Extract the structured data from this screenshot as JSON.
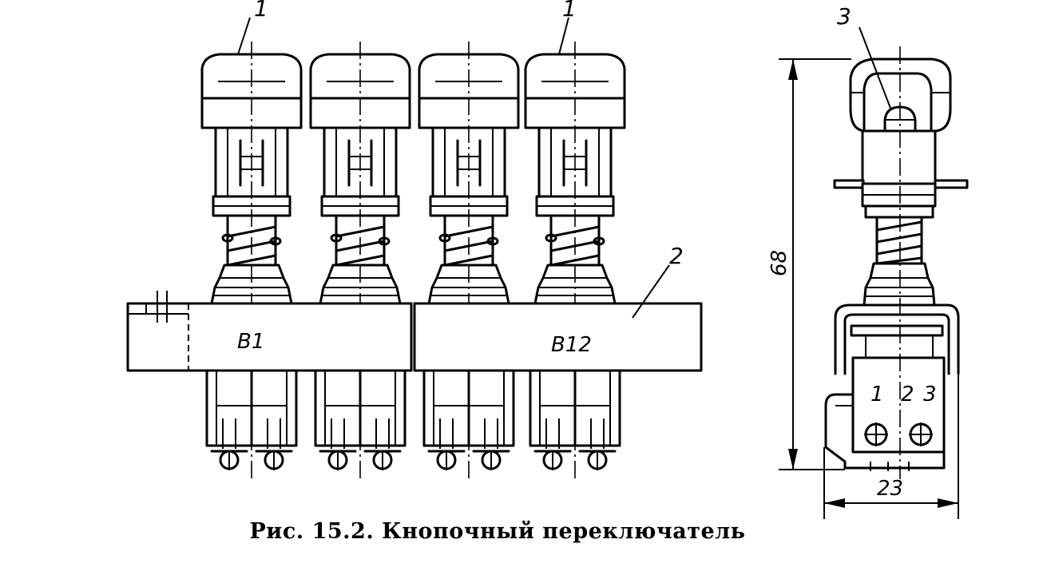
{
  "labels": {
    "callout_1": "1",
    "callout_2": "2",
    "callout_3": "3",
    "bar_left": "В1",
    "bar_right": "В12",
    "dim_height": "68",
    "dim_width": "23",
    "terminal_1": "1",
    "terminal_2": "2",
    "terminal_3": "3"
  },
  "caption": "Рис. 15.2. Кнопочный переключатель"
}
